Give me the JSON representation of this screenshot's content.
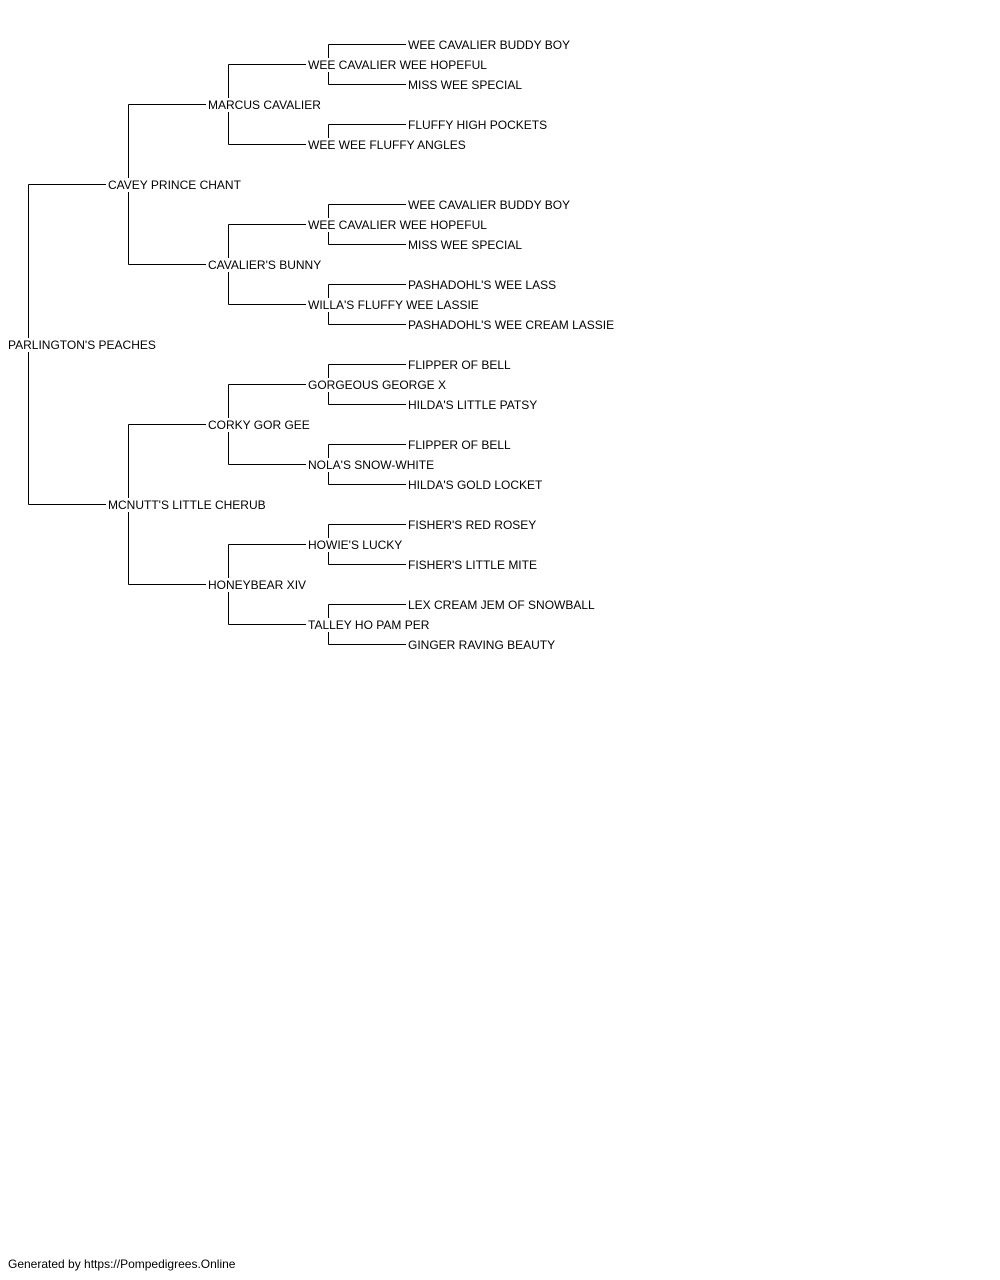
{
  "pedigree": {
    "name": "PARLINGTON'S PEACHES",
    "sire": {
      "name": "CAVEY PRINCE CHANT",
      "sire": {
        "name": "MARCUS CAVALIER",
        "sire": {
          "name": "WEE CAVALIER WEE HOPEFUL",
          "sire": {
            "name": "WEE CAVALIER BUDDY BOY"
          },
          "dam": {
            "name": "MISS WEE SPECIAL"
          }
        },
        "dam": {
          "name": "WEE WEE FLUFFY ANGLES",
          "sire": {
            "name": "FLUFFY HIGH POCKETS"
          },
          "dam": null
        }
      },
      "dam": {
        "name": "CAVALIER'S BUNNY",
        "sire": {
          "name": "WEE CAVALIER WEE HOPEFUL",
          "sire": {
            "name": "WEE CAVALIER BUDDY BOY"
          },
          "dam": {
            "name": "MISS WEE SPECIAL"
          }
        },
        "dam": {
          "name": "WILLA'S FLUFFY WEE LASSIE",
          "sire": {
            "name": "PASHADOHL'S WEE LASS"
          },
          "dam": {
            "name": "PASHADOHL'S WEE CREAM LASSIE"
          }
        }
      }
    },
    "dam": {
      "name": "MCNUTT'S LITTLE CHERUB",
      "sire": {
        "name": "CORKY GOR GEE",
        "sire": {
          "name": "GORGEOUS GEORGE X",
          "sire": {
            "name": "FLIPPER OF BELL"
          },
          "dam": {
            "name": "HILDA'S LITTLE PATSY"
          }
        },
        "dam": {
          "name": "NOLA'S SNOW-WHITE",
          "sire": {
            "name": "FLIPPER OF BELL"
          },
          "dam": {
            "name": "HILDA'S GOLD LOCKET"
          }
        }
      },
      "dam": {
        "name": "HONEYBEAR XIV",
        "sire": {
          "name": "HOWIE'S LUCKY",
          "sire": {
            "name": "FISHER'S RED ROSEY"
          },
          "dam": {
            "name": "FISHER'S LITTLE MITE"
          }
        },
        "dam": {
          "name": "TALLEY HO PAM PER",
          "sire": {
            "name": "LEX CREAM JEM OF SNOWBALL"
          },
          "dam": {
            "name": "GINGER RAVING BEAUTY"
          }
        }
      }
    }
  },
  "footer": "Generated by https://Pompedigrees.Online"
}
